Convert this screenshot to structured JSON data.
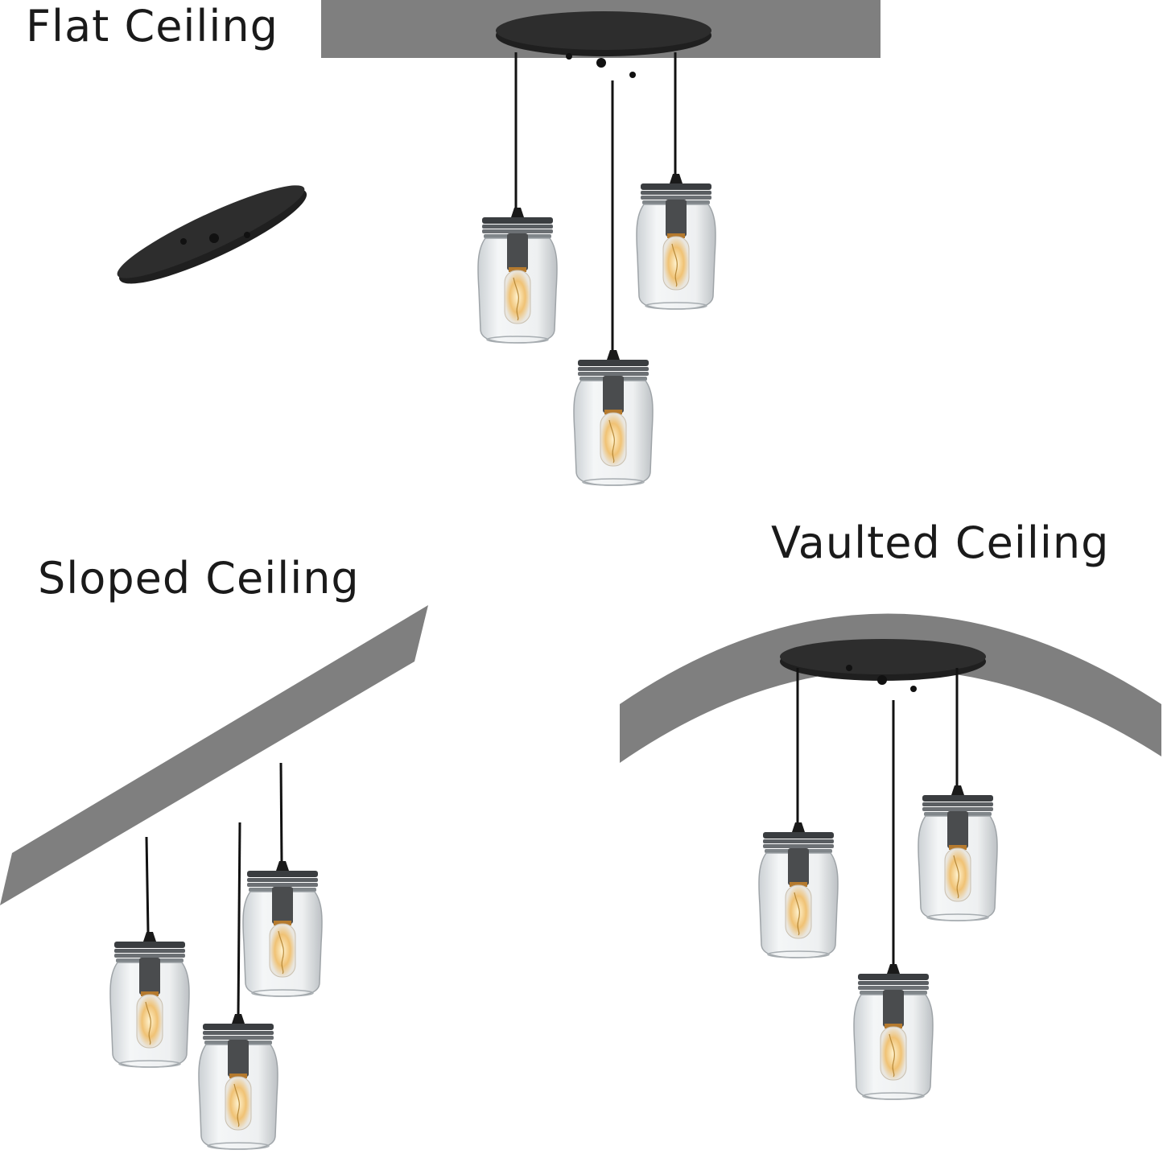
{
  "labels": {
    "flat": "Flat Ceiling",
    "sloped": "Sloped Ceiling",
    "vaulted": "Vaulted Ceiling"
  },
  "colors": {
    "ceiling": "#7f7f7f",
    "canopy": "#222222",
    "cord": "#111111",
    "glass": "#e6eaec",
    "bulb_glow": "#f3c77a"
  }
}
